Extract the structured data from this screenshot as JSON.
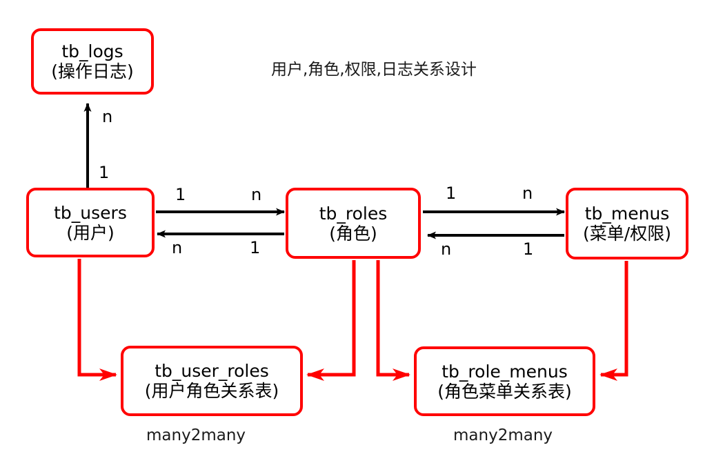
{
  "diagram": {
    "title": "用户,角色,权限,日志关系设计",
    "accent_color": "#ff0000",
    "text_color": "#000000",
    "background": "#ffffff",
    "type": "entity-relationship"
  },
  "nodes": {
    "logs": {
      "name": "tb_logs",
      "alias": "(操作日志)"
    },
    "users": {
      "name": "tb_users",
      "alias": "(用户)"
    },
    "roles": {
      "name": "tb_roles",
      "alias": "(角色)"
    },
    "menus": {
      "name": "tb_menus",
      "alias": "(菜单/权限)"
    },
    "user_roles": {
      "name": "tb_user_roles",
      "alias": "(用户角色关系表)"
    },
    "role_menus": {
      "name": "tb_role_menus",
      "alias": "(角色菜单关系表)"
    }
  },
  "cardinalities": {
    "logs_n": "n",
    "logs_1": "1",
    "users_roles_1": "1",
    "users_roles_n": "n",
    "roles_users_n": "n",
    "roles_users_1": "1",
    "roles_menus_1": "1",
    "roles_menus_n": "n",
    "menus_roles_n": "n",
    "menus_roles_1": "1"
  },
  "captions": {
    "many2many_left": "many2many",
    "many2many_right": "many2many"
  },
  "relations": [
    {
      "from": "tb_users",
      "to": "tb_logs",
      "from_card": "1",
      "to_card": "n",
      "style": "black"
    },
    {
      "from": "tb_users",
      "to": "tb_roles",
      "from_card": "1",
      "to_card": "n",
      "style": "black"
    },
    {
      "from": "tb_roles",
      "to": "tb_users",
      "from_card": "1",
      "to_card": "n",
      "style": "black"
    },
    {
      "from": "tb_roles",
      "to": "tb_menus",
      "from_card": "1",
      "to_card": "n",
      "style": "black"
    },
    {
      "from": "tb_menus",
      "to": "tb_roles",
      "from_card": "1",
      "to_card": "n",
      "style": "black"
    },
    {
      "from": "tb_users",
      "to": "tb_user_roles",
      "style": "red"
    },
    {
      "from": "tb_roles",
      "to": "tb_user_roles",
      "style": "red"
    },
    {
      "from": "tb_roles",
      "to": "tb_role_menus",
      "style": "red"
    },
    {
      "from": "tb_menus",
      "to": "tb_role_menus",
      "style": "red"
    }
  ]
}
